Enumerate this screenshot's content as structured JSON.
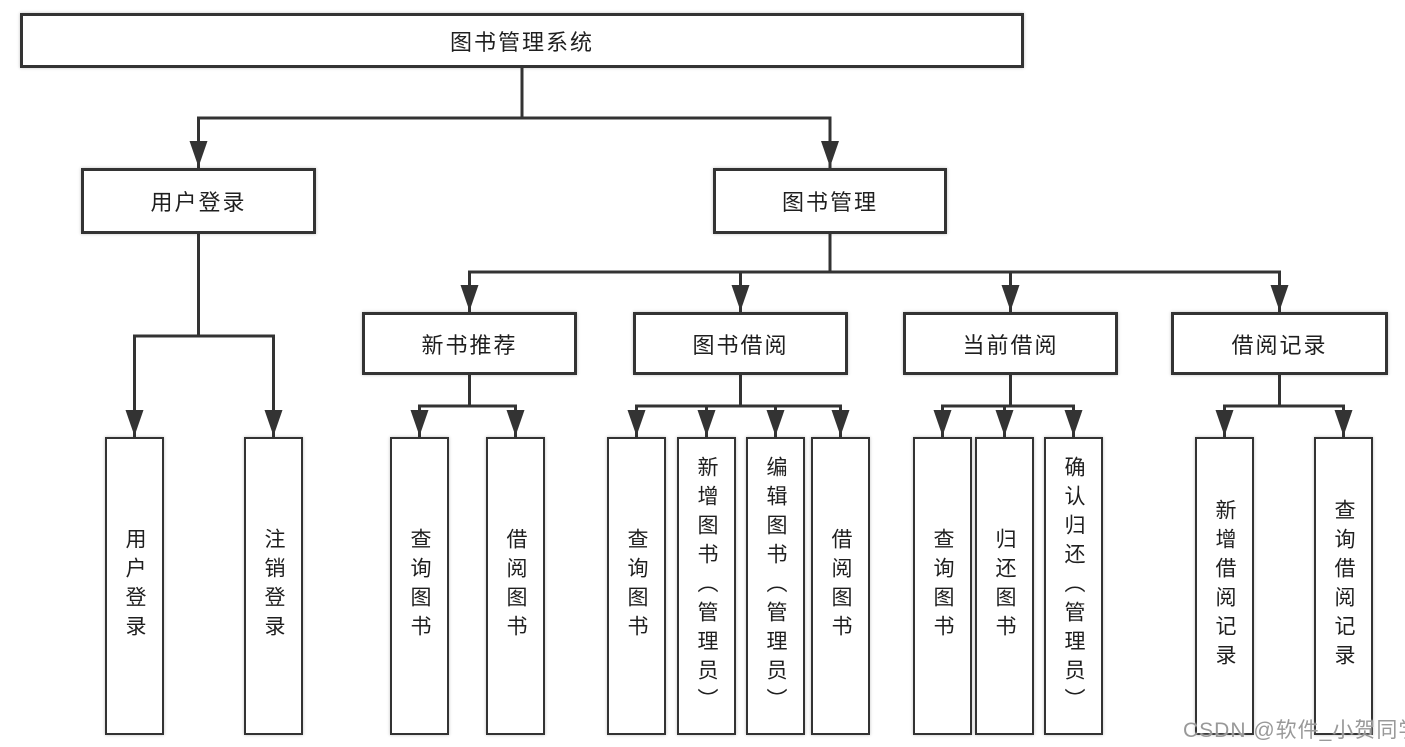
{
  "colors": {
    "line": "#333333",
    "box_border": "#333333",
    "box_fill": "#ffffff",
    "text": "#1f1f1f",
    "watermark": "#999999",
    "background": "#ffffff"
  },
  "tree": {
    "root": {
      "label": "图书管理系统"
    },
    "branches": [
      {
        "label": "用户登录",
        "leaves": [
          "用户登录",
          "注销登录"
        ]
      },
      {
        "label": "图书管理",
        "sections": [
          {
            "label": "新书推荐",
            "leaves": [
              "查询图书",
              "借阅图书"
            ]
          },
          {
            "label": "图书借阅",
            "leaves": [
              "查询图书",
              "新增图书（管理员）",
              "编辑图书（管理员）",
              "借阅图书"
            ]
          },
          {
            "label": "当前借阅",
            "leaves": [
              "查询图书",
              "归还图书",
              "确认归还（管理员）"
            ]
          },
          {
            "label": "借阅记录",
            "leaves": [
              "新增借阅记录",
              "查询借阅记录"
            ]
          }
        ]
      }
    ]
  },
  "watermark": {
    "text": "CSDN @软件_小贺同学"
  }
}
